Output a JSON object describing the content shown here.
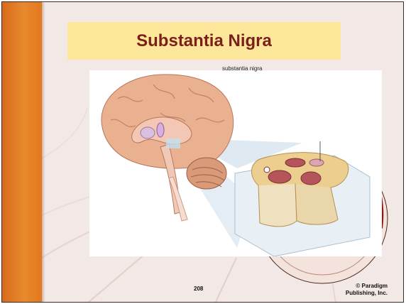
{
  "slide": {
    "title": "Substantia Nigra",
    "page_number": "208",
    "copyright_line1": "© Paradigm",
    "copyright_line2": "Publishing, Inc."
  },
  "figure": {
    "label": "substantia nigra"
  },
  "colors": {
    "accent_bar": "#e3781f",
    "title_background": "#fde79a",
    "title_text": "#7a1f1a",
    "slide_background": "#f2e8e6"
  }
}
